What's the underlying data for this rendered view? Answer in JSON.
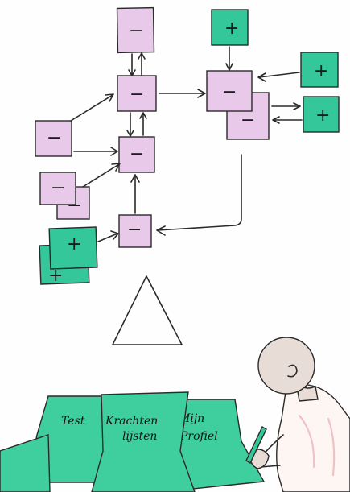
{
  "illustration": {
    "minus_sign": "−",
    "plus_sign": "+",
    "sheet_labels": {
      "test": "Test",
      "krachten_line1": "Krachten",
      "krachten_line2": "lijsten",
      "mijn_line1": "Mijn",
      "mijn_line2": "Profiel"
    },
    "colors": {
      "pink_card": "#e8c9ea",
      "green_card": "#33c79a",
      "green_sheet": "#3fcf9f",
      "ink": "#2a2a2a"
    }
  }
}
